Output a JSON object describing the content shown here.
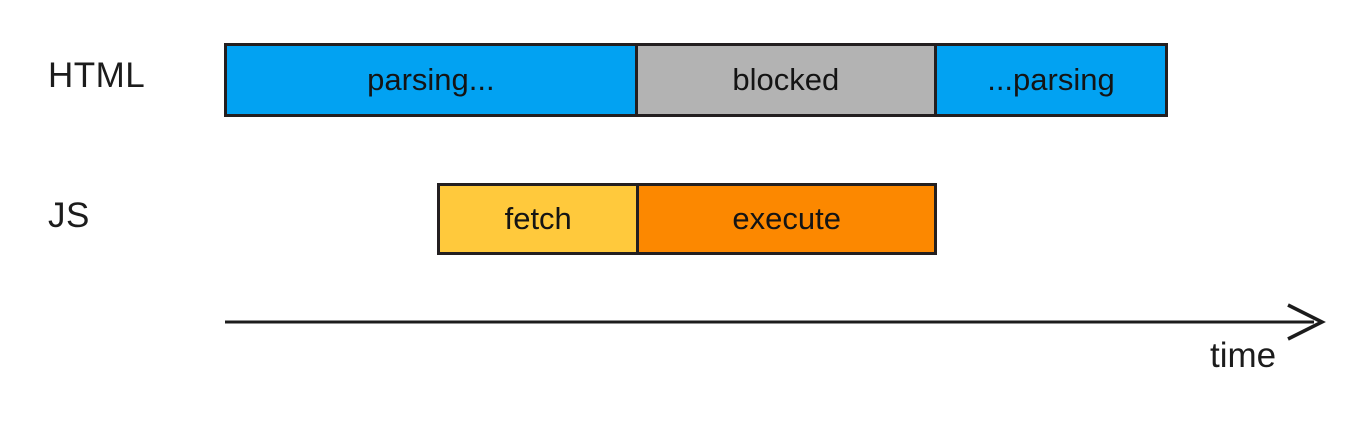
{
  "diagram": {
    "title_semantic": "script-blocking-parser-timeline",
    "rows": [
      {
        "label": "HTML",
        "segments": [
          {
            "label": "parsing...",
            "color": "#02a2f2"
          },
          {
            "label": "blocked",
            "color": "#b3b3b3"
          },
          {
            "label": "...parsing",
            "color": "#02a2f2"
          }
        ]
      },
      {
        "label": "JS",
        "segments": [
          {
            "label": "fetch",
            "color": "#ffc93c"
          },
          {
            "label": "execute",
            "color": "#fc8800"
          }
        ]
      }
    ],
    "axis": {
      "label": "time"
    },
    "colors": {
      "parsing_blue": "#02a2f2",
      "blocked_gray": "#b3b3b3",
      "fetch_yellow": "#ffc93c",
      "execute_orange": "#fc8800",
      "outline_black": "#231f20",
      "text_black": "#1c1c1c",
      "background": "#ffffff"
    }
  }
}
